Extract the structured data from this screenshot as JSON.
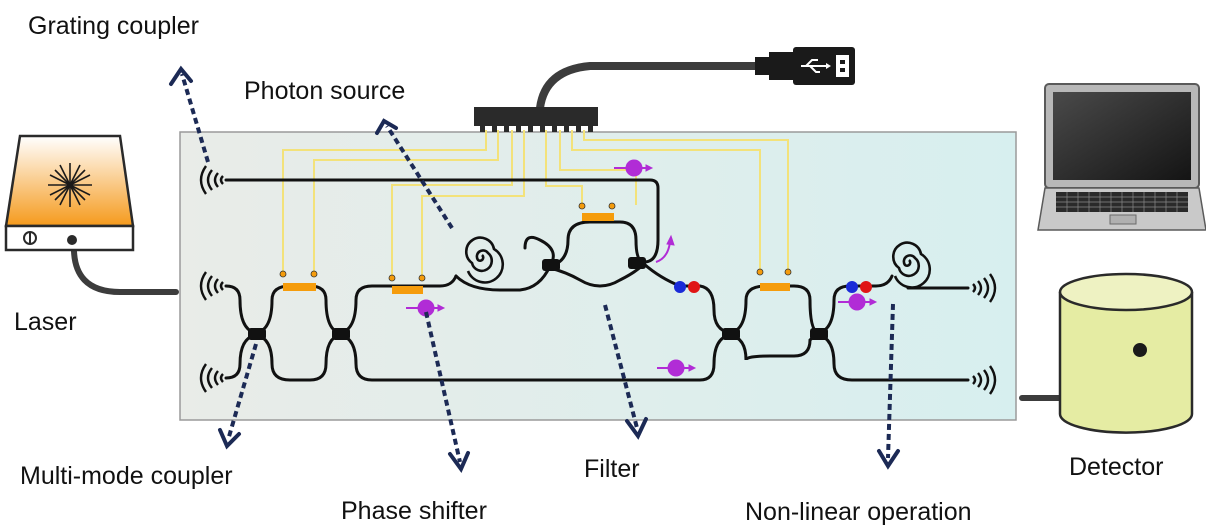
{
  "labels": {
    "grating_coupler": "Grating coupler",
    "photon_source": "Photon source",
    "laser": "Laser",
    "multi_mode_coupler": "Multi-mode coupler",
    "phase_shifter": "Phase shifter",
    "filter": "Filter",
    "non_linear_operation": "Non-linear operation",
    "detector": "Detector"
  },
  "colors": {
    "waveguide": "#111111",
    "electrode": "#f3e27a",
    "heater": "#f59c0c",
    "phase_marker": "#b12cd6",
    "arrow": "#1c2a55",
    "chip_left": "#e9ece8",
    "chip_right": "#d7efef",
    "photon_blue": "#1a2bd8",
    "photon_red": "#e01515",
    "laser_orange": "#f59a1c",
    "detector_body": "#e5eca3",
    "usb_icon": "#ffffff"
  }
}
